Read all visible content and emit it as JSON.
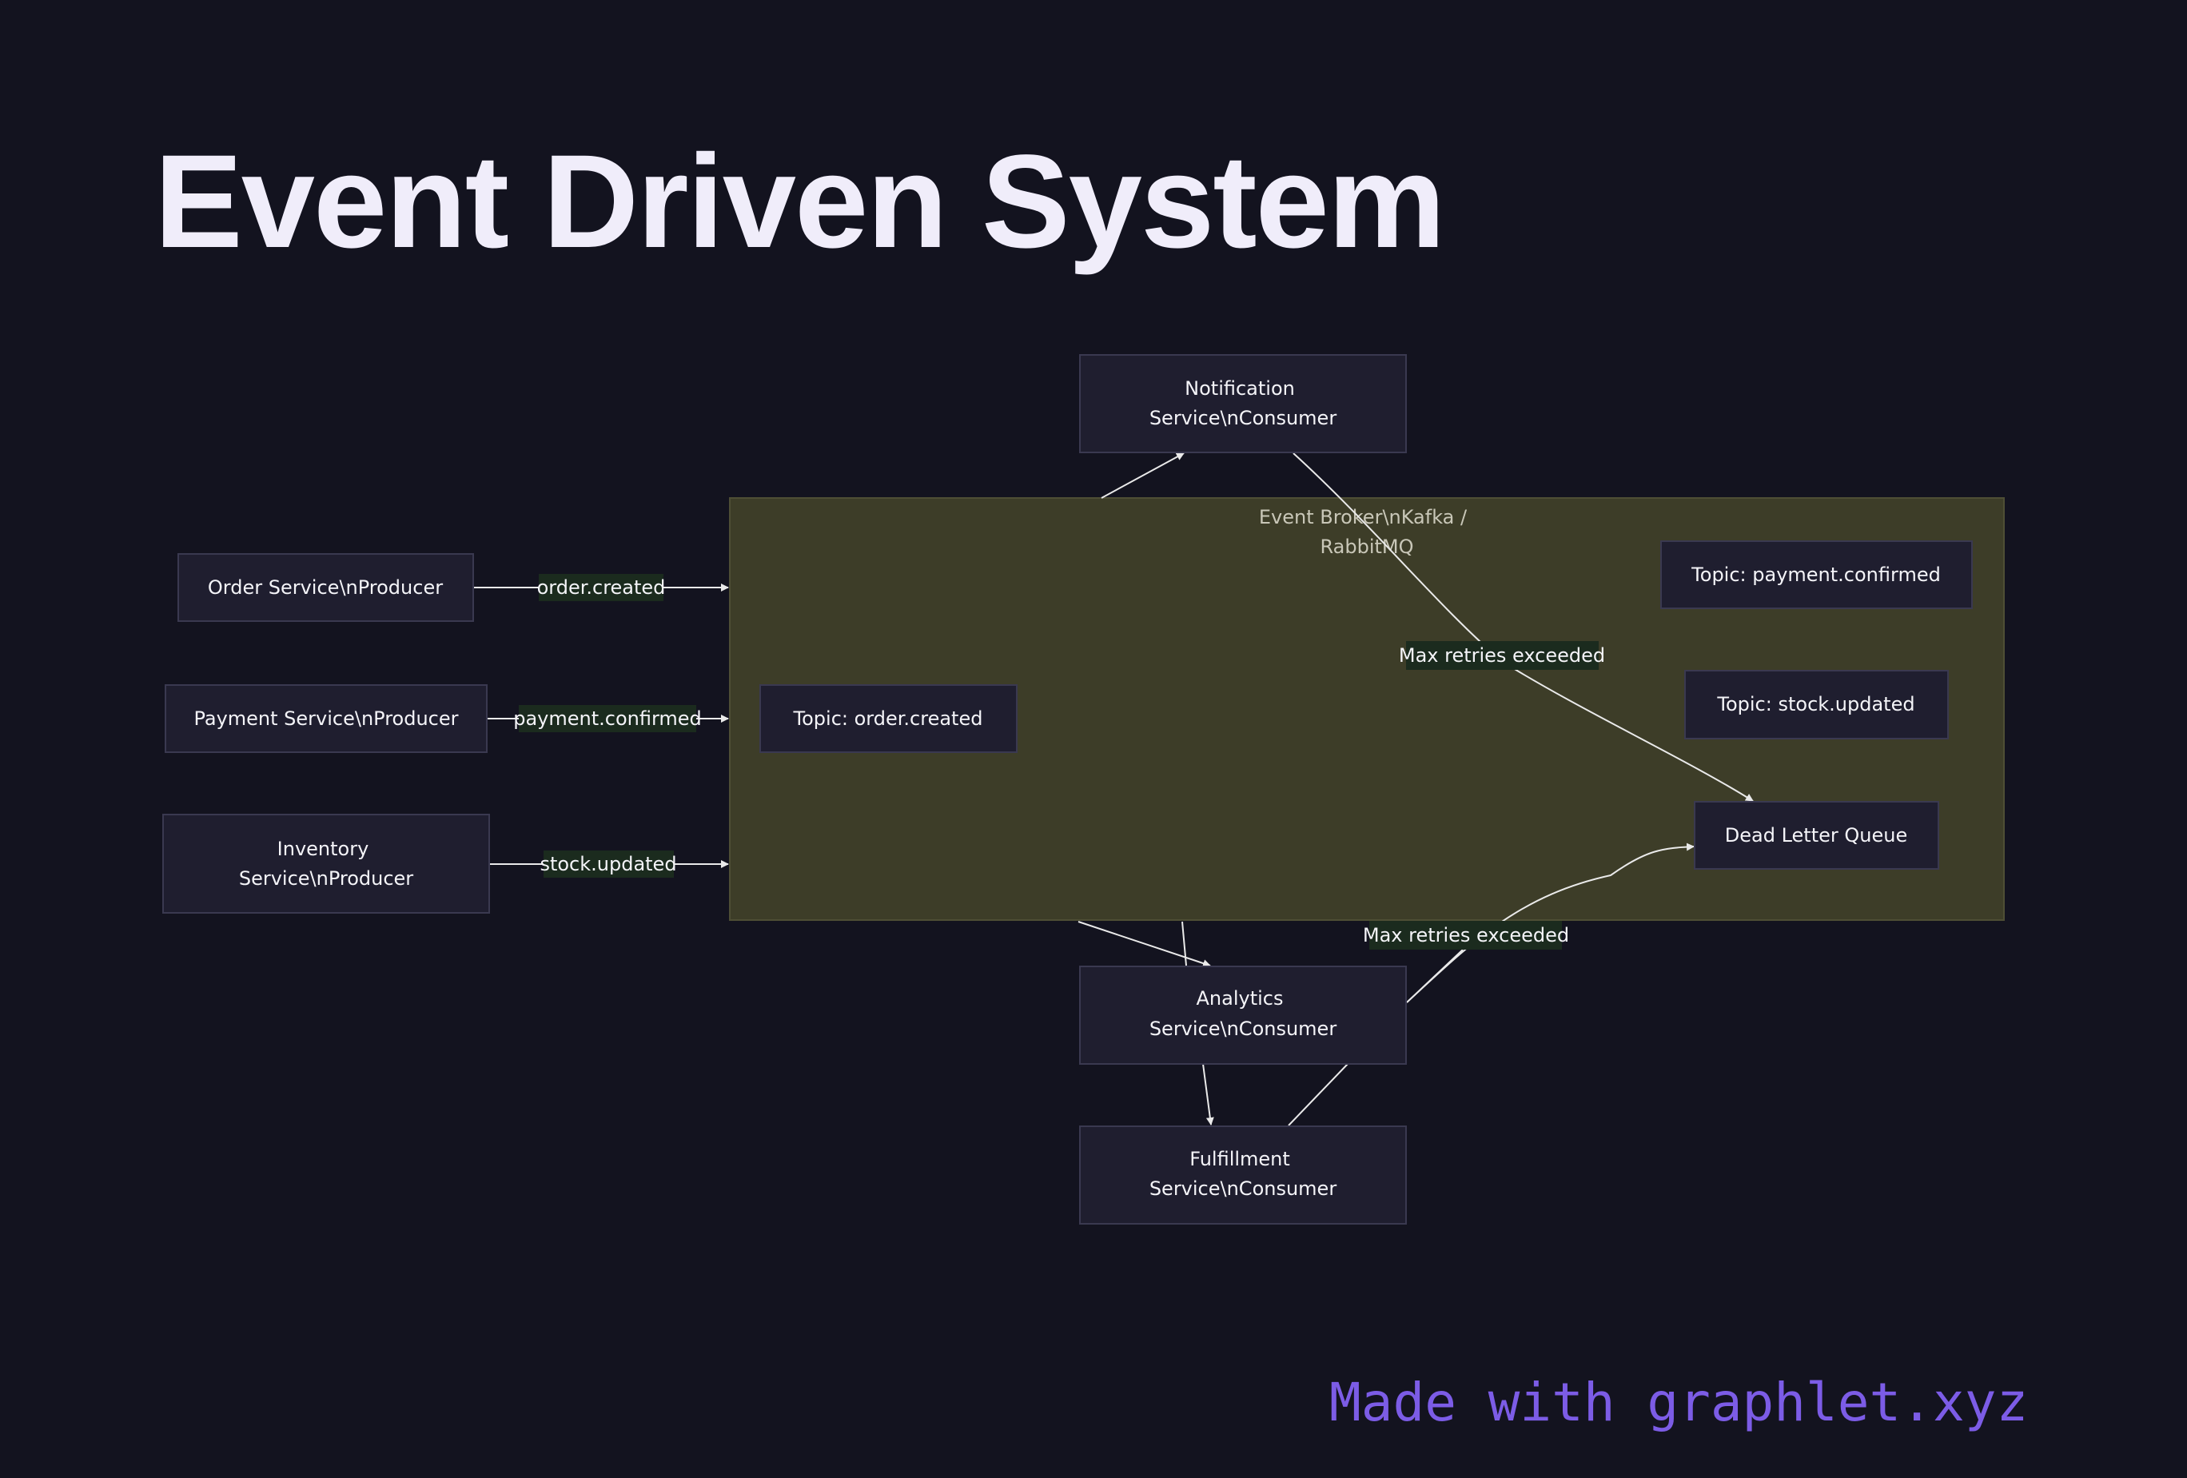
{
  "title": "Event Driven System",
  "footer": "Made with graphlet.xyz",
  "colors": {
    "background": "#13131f",
    "node_fill": "#1f1e2f",
    "node_stroke": "#3a3950",
    "group_fill": "#3d3d28",
    "group_stroke": "#4e4e35",
    "edge": "#eaeaea",
    "edge_label_bg": "#1b2b1e",
    "footer": "#7c5ce6"
  },
  "diagram": {
    "group": {
      "label_lines": [
        "Event Broker\\nKafka /",
        "RabbitMQ"
      ]
    },
    "nodes": {
      "order_producer": {
        "lines": [
          "Order Service\\nProducer"
        ]
      },
      "payment_producer": {
        "lines": [
          "Payment Service\\nProducer"
        ]
      },
      "inventory_producer": {
        "lines": [
          "Inventory",
          "Service\\nProducer"
        ]
      },
      "topic_order": {
        "lines": [
          "Topic: order.created"
        ]
      },
      "topic_payment": {
        "lines": [
          "Topic: payment.confirmed"
        ]
      },
      "topic_stock": {
        "lines": [
          "Topic: stock.updated"
        ]
      },
      "dlq": {
        "lines": [
          "Dead Letter Queue"
        ]
      },
      "notification": {
        "lines": [
          "Notification",
          "Service\\nConsumer"
        ]
      },
      "analytics": {
        "lines": [
          "Analytics",
          "Service\\nConsumer"
        ]
      },
      "fulfillment": {
        "lines": [
          "Fulfillment",
          "Service\\nConsumer"
        ]
      }
    },
    "edge_labels": {
      "order": "order.created",
      "payment": "payment.confirmed",
      "stock": "stock.updated",
      "retries_top": "Max retries exceeded",
      "retries_bottom": "Max retries exceeded"
    }
  }
}
